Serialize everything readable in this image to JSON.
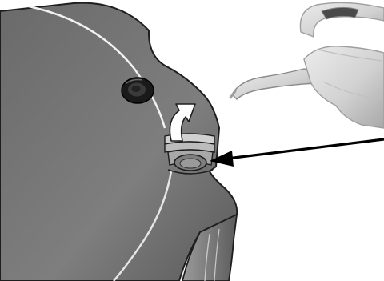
{
  "figure": {
    "kind": "assembly-instruction-illustration",
    "objects": [
      {
        "id": "pot-base",
        "icon": "planter-pot-icon"
      },
      {
        "id": "rubber-plug",
        "icon": "drain-plug-icon"
      },
      {
        "id": "water-inlet",
        "icon": "fill-hole-icon"
      },
      {
        "id": "watering-can",
        "icon": "watering-can-icon"
      },
      {
        "id": "curved-arrow",
        "icon": "curved-arrow-icon"
      },
      {
        "id": "pointer-arrow",
        "icon": "pointer-arrow-icon"
      }
    ],
    "colors": {
      "background": "#ffffff",
      "pot_dark": "#5a5a5a",
      "pot_mid": "#7a7a7a",
      "pot_light": "#bdbdbd",
      "outline": "#1e1e1e",
      "rim_highlight": "#f2f2f2",
      "can_body": "#d6d6d6",
      "can_shadow": "#9e9e9e",
      "arrow": "#000000",
      "curved_arrow_fill": "#ffffff"
    }
  }
}
